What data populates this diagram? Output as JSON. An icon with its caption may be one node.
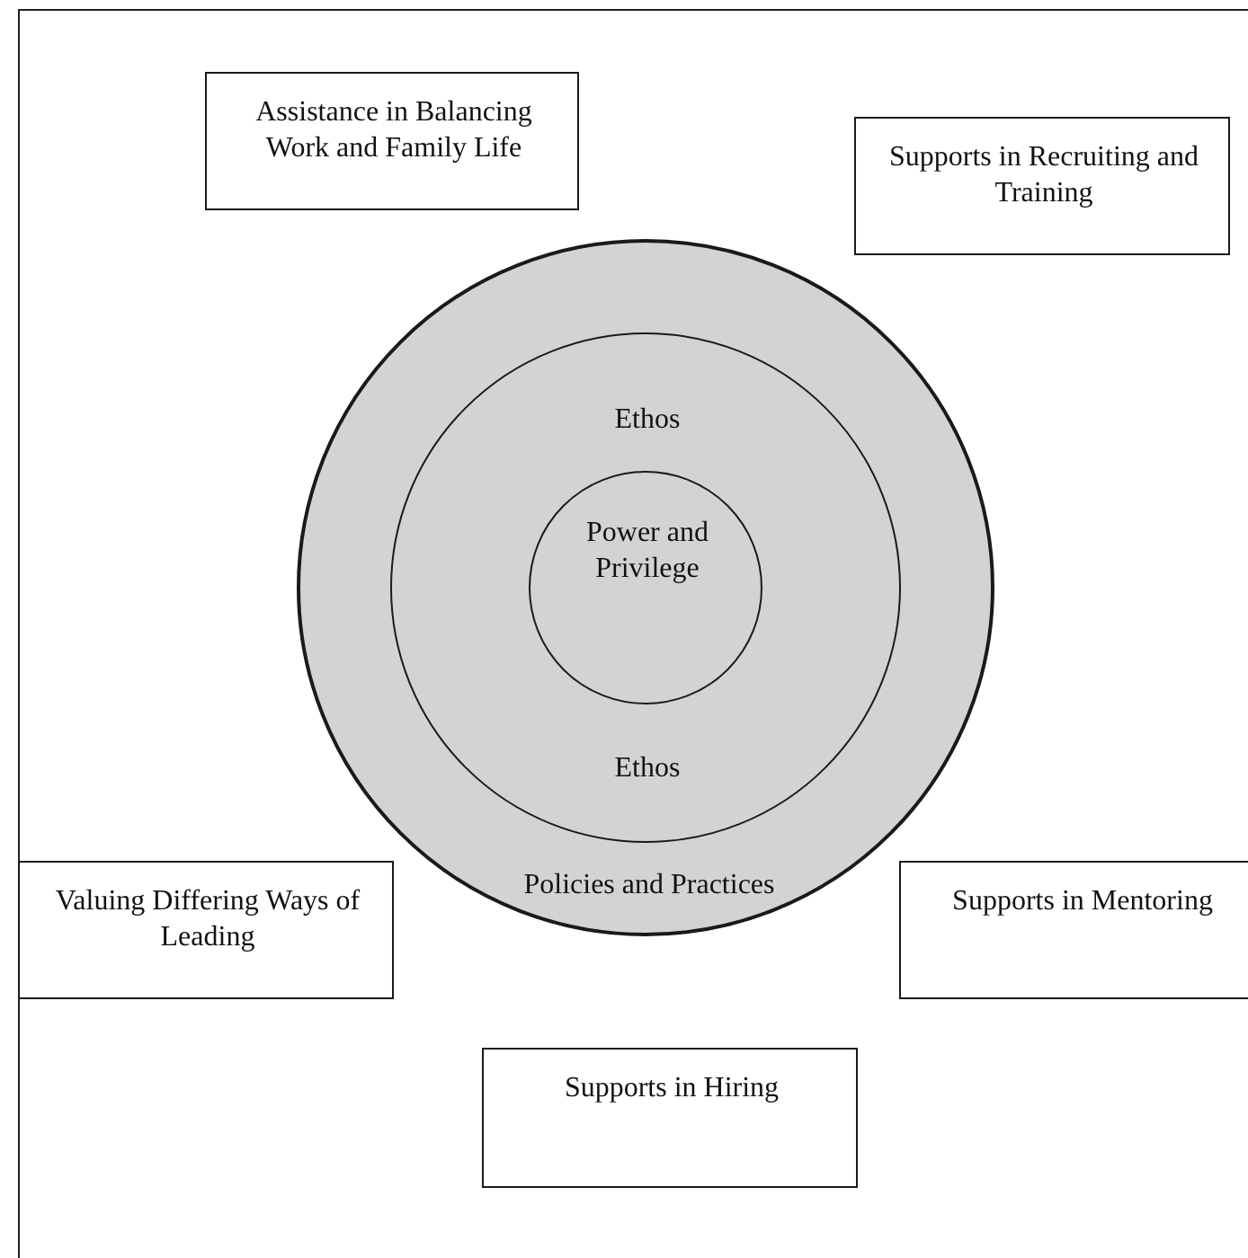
{
  "diagram": {
    "nodes": [
      {
        "text": [
          "Policies and Practices"
        ]
      },
      {
        "text": [
          "Ethos",
          "Ethos"
        ],
        "in": 0
      },
      {
        "text": [
          "Power and Privilege"
        ],
        "in": 1
      },
      {
        "text": [
          "Assistance in Balancing Work and Family Life"
        ]
      },
      {
        "text": [
          "Supports in Recruiting and Training"
        ]
      },
      {
        "text": [
          "Valuing Differing Ways of Leading"
        ]
      },
      {
        "text": [
          "Supports in Mentoring"
        ]
      },
      {
        "text": [
          "Supports in Hiring"
        ]
      }
    ]
  }
}
